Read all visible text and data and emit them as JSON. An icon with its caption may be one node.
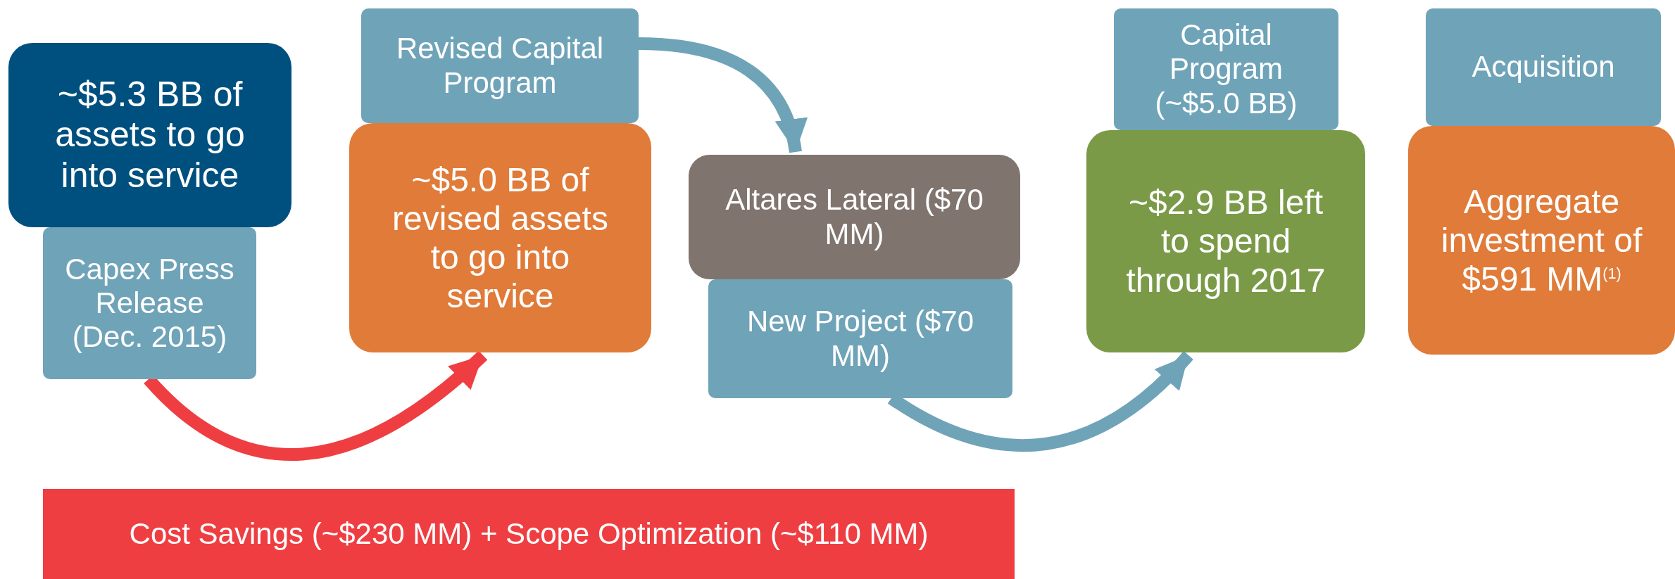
{
  "diagram": {
    "nodes": [
      {
        "text": [
          "~$5.3 BB of assets to go into service"
        ]
      },
      {
        "text": [
          "Capex Press Release (Dec. 2015)"
        ]
      },
      {
        "text": [
          "~$5.0 BB of revised assets to go into service"
        ]
      },
      {
        "text": [
          "Revised Capital Program"
        ]
      },
      {
        "text": [
          "Altares Lateral ($70 MM)"
        ]
      },
      {
        "text": [
          "New Project ($70 MM)"
        ]
      },
      {
        "text": [
          "~$2.9 BB left to spend through 2017"
        ]
      },
      {
        "text": [
          "Capital Program (~$5.0 BB)"
        ]
      },
      {
        "text": [
          "Aggregate investment of $591 MM$^{(1)}$"
        ]
      },
      {
        "text": [
          "Acquisition"
        ]
      },
      {
        "text": [
          "Cost Savings (~$230 MM) + Scope Optimization (~$110 MM)"
        ]
      }
    ],
    "edges": [
      {
        "from": 1,
        "to": 2,
        "arrow": "to",
        "color": "#ef3e42"
      },
      {
        "from": 3,
        "to": 4,
        "arrow": "to"
      },
      {
        "from": 5,
        "to": 6,
        "arrow": "to"
      }
    ]
  }
}
